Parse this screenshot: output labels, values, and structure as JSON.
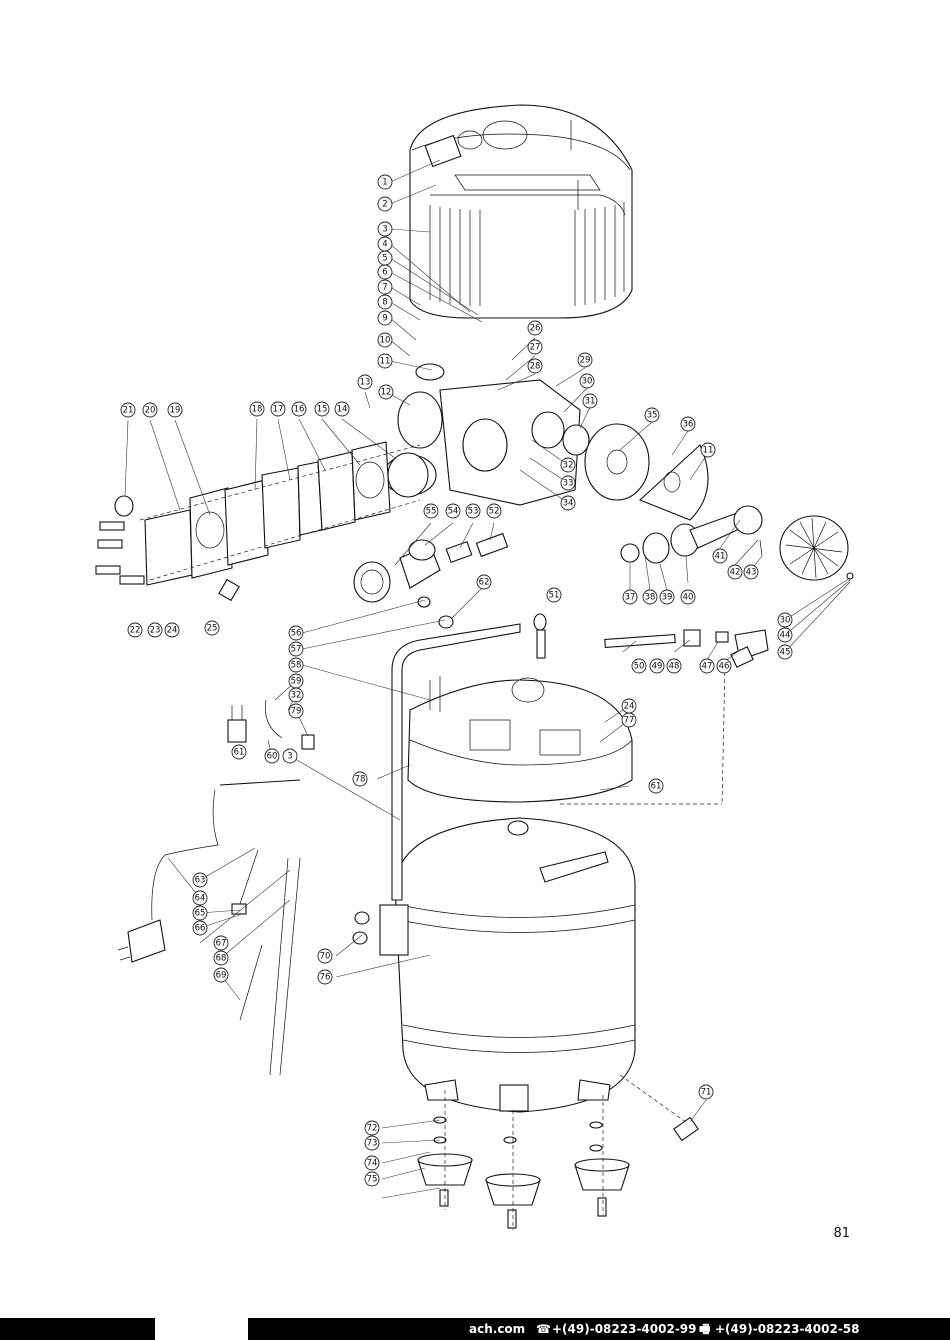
{
  "page": {
    "number": "81"
  },
  "footer": {
    "web": "ach.com",
    "phone_icon": "phone-icon",
    "phone": "+(49)-08223-4002-99",
    "fax_icon": "fax-icon",
    "fax": "+(49)-08223-4002-58"
  },
  "callouts": [
    "1",
    "2",
    "3",
    "4",
    "5",
    "6",
    "7",
    "8",
    "9",
    "10",
    "11",
    "12",
    "13",
    "14",
    "15",
    "16",
    "17",
    "18",
    "19",
    "20",
    "21",
    "22",
    "23",
    "24",
    "25",
    "26",
    "27",
    "28",
    "29",
    "30",
    "31",
    "32",
    "33",
    "34",
    "35",
    "36",
    "11",
    "37",
    "38",
    "39",
    "40",
    "41",
    "42",
    "43",
    "30",
    "44",
    "45",
    "46",
    "47",
    "48",
    "49",
    "50",
    "51",
    "52",
    "53",
    "54",
    "55",
    "56",
    "57",
    "58",
    "59",
    "32",
    "79",
    "62",
    "61",
    "60",
    "3",
    "78",
    "24",
    "77",
    "61",
    "63",
    "64",
    "65",
    "66",
    "67",
    "68",
    "69",
    "70",
    "76",
    "71",
    "72",
    "73",
    "74",
    "75"
  ]
}
